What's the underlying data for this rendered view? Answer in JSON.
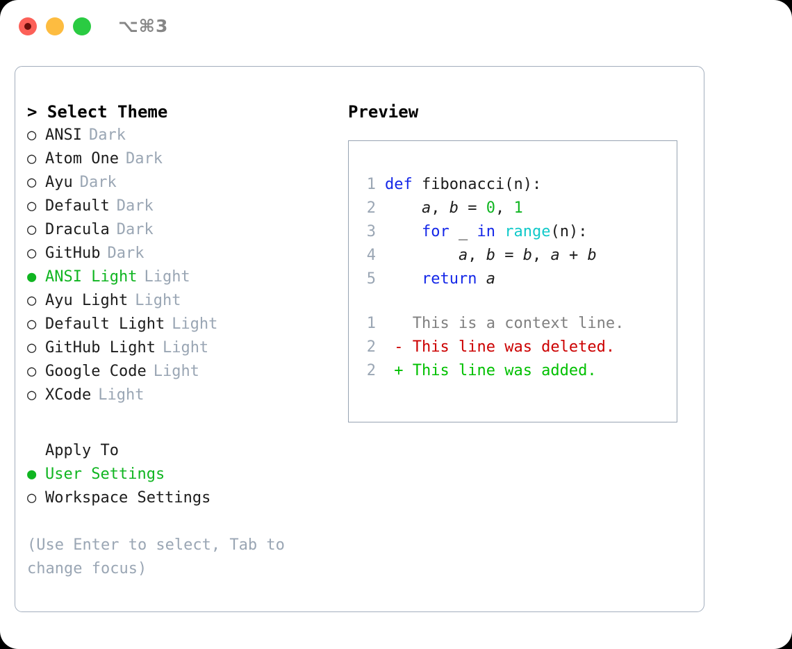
{
  "window": {
    "shortcut": "⌥⌘3",
    "traffic_lights": [
      {
        "name": "close",
        "color": "#fc6058"
      },
      {
        "name": "minimize",
        "color": "#fdbc40"
      },
      {
        "name": "maximize",
        "color": "#2acb42"
      }
    ]
  },
  "theme_picker": {
    "title": "> Select Theme",
    "bullet_off": "○",
    "bullet_on": "●",
    "items": [
      {
        "label": "ANSI",
        "tag": "Dark",
        "selected": false
      },
      {
        "label": "Atom One",
        "tag": "Dark",
        "selected": false
      },
      {
        "label": "Ayu",
        "tag": "Dark",
        "selected": false
      },
      {
        "label": "Default",
        "tag": "Dark",
        "selected": false
      },
      {
        "label": "Dracula",
        "tag": "Dark",
        "selected": false
      },
      {
        "label": "GitHub",
        "tag": "Dark",
        "selected": false
      },
      {
        "label": "ANSI Light",
        "tag": "Light",
        "selected": true
      },
      {
        "label": "Ayu Light",
        "tag": "Light",
        "selected": false
      },
      {
        "label": "Default Light",
        "tag": "Light",
        "selected": false
      },
      {
        "label": "GitHub Light",
        "tag": "Light",
        "selected": false
      },
      {
        "label": "Google Code",
        "tag": "Light",
        "selected": false
      },
      {
        "label": "XCode",
        "tag": "Light",
        "selected": false
      }
    ]
  },
  "apply_to": {
    "title": "Apply To",
    "items": [
      {
        "label": "User Settings",
        "selected": true
      },
      {
        "label": "Workspace Settings",
        "selected": false
      }
    ]
  },
  "hint": "(Use Enter to select, Tab to change focus)",
  "preview": {
    "title": "Preview",
    "code": [
      {
        "num": "1",
        "tokens": [
          {
            "t": "def",
            "c": "kw"
          },
          {
            "t": " ",
            "c": "plain"
          },
          {
            "t": "fibonacci(n):",
            "c": "plain"
          }
        ]
      },
      {
        "num": "2",
        "tokens": [
          {
            "t": "    ",
            "c": "plain"
          },
          {
            "t": "a",
            "c": "var"
          },
          {
            "t": ", ",
            "c": "plain"
          },
          {
            "t": "b",
            "c": "var"
          },
          {
            "t": " = ",
            "c": "plain"
          },
          {
            "t": "0",
            "c": "num"
          },
          {
            "t": ", ",
            "c": "plain"
          },
          {
            "t": "1",
            "c": "num"
          }
        ]
      },
      {
        "num": "3",
        "tokens": [
          {
            "t": "    ",
            "c": "plain"
          },
          {
            "t": "for",
            "c": "kw"
          },
          {
            "t": " _ ",
            "c": "plain"
          },
          {
            "t": "in",
            "c": "kw"
          },
          {
            "t": " ",
            "c": "plain"
          },
          {
            "t": "range",
            "c": "fn"
          },
          {
            "t": "(n):",
            "c": "plain"
          }
        ]
      },
      {
        "num": "4",
        "tokens": [
          {
            "t": "        ",
            "c": "plain"
          },
          {
            "t": "a",
            "c": "var"
          },
          {
            "t": ", ",
            "c": "plain"
          },
          {
            "t": "b",
            "c": "var"
          },
          {
            "t": " = ",
            "c": "plain"
          },
          {
            "t": "b",
            "c": "var"
          },
          {
            "t": ", ",
            "c": "plain"
          },
          {
            "t": "a",
            "c": "var"
          },
          {
            "t": " + ",
            "c": "plain"
          },
          {
            "t": "b",
            "c": "var"
          }
        ]
      },
      {
        "num": "5",
        "tokens": [
          {
            "t": "    ",
            "c": "plain"
          },
          {
            "t": "return",
            "c": "kw"
          },
          {
            "t": " ",
            "c": "plain"
          },
          {
            "t": "a",
            "c": "var"
          }
        ]
      }
    ],
    "diff": [
      {
        "num": "1",
        "marker": " ",
        "text": "This is a context line.",
        "kind": "ctx"
      },
      {
        "num": "2",
        "marker": "-",
        "text": "This line was deleted.",
        "kind": "del"
      },
      {
        "num": "2",
        "marker": "+",
        "text": "This line was added.",
        "kind": "add"
      }
    ]
  },
  "colors": {
    "accent_green": "#10b521",
    "muted": "#9aa6b4",
    "border": "#a3aebd",
    "keyword": "#1427e8",
    "function": "#11c9c9",
    "number": "#10b521",
    "diff_deleted": "#cc0000",
    "diff_added": "#00c000"
  }
}
